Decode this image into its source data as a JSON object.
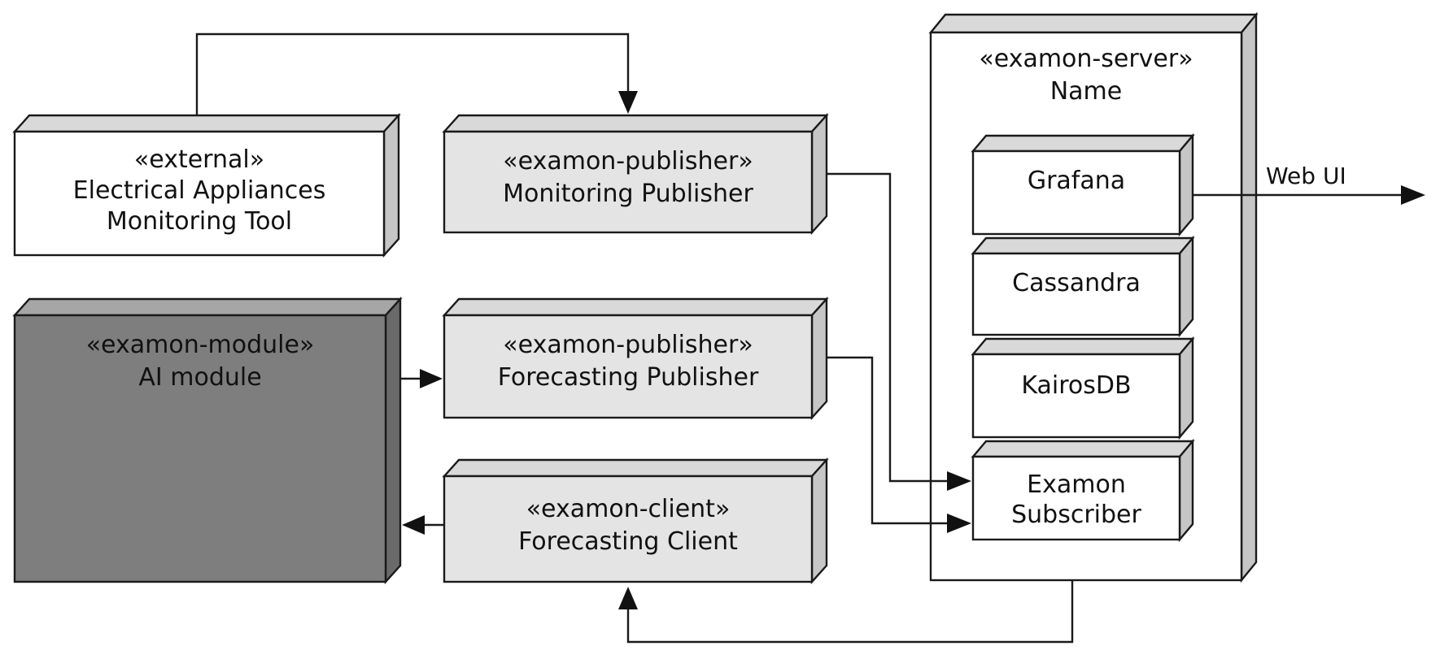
{
  "colors": {
    "light_face": "#e4e4e4",
    "white_face": "#ffffff",
    "dark_face": "#7e7e7e",
    "side_shade": "#c6c6c6",
    "top_shade": "#d9d9d9",
    "line": "#1a1a1a"
  },
  "nodes": {
    "external": {
      "stereotype": "«external»",
      "line1": "Electrical Appliances",
      "line2": "Monitoring Tool"
    },
    "monitoring_publisher": {
      "stereotype": "«examon-publisher»",
      "name": "Monitoring Publisher"
    },
    "ai_module": {
      "stereotype": "«examon-module»",
      "name": "AI module"
    },
    "forecasting_publisher": {
      "stereotype": "«examon-publisher»",
      "name": "Forecasting Publisher"
    },
    "forecasting_client": {
      "stereotype": "«examon-client»",
      "name": "Forecasting Client"
    },
    "server": {
      "stereotype": "«examon-server»",
      "name": "Name",
      "components": {
        "grafana": "Grafana",
        "cassandra": "Cassandra",
        "kairosdb": "KairosDB",
        "subscriber_line1": "Examon",
        "subscriber_line2": "Subscriber"
      }
    }
  },
  "edges": {
    "web_ui_label": "Web UI"
  }
}
